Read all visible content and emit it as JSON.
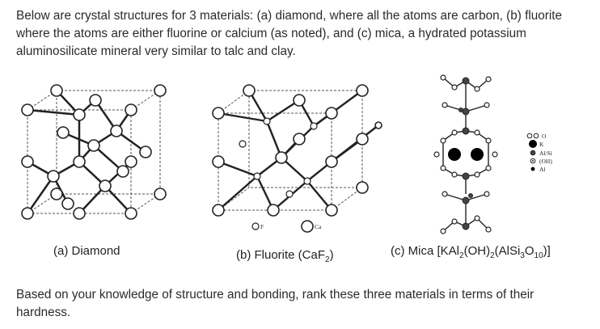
{
  "intro": "Below are crystal structures for 3 materials: (a) diamond, where all the atoms are carbon, (b) fluorite where the atoms are either fluorine or calcium (as noted), and (c) mica, a hydrated potassium aluminosilicate mineral very similar to talc and clay.",
  "figures": {
    "diamond": {
      "caption": "(a) Diamond"
    },
    "fluorite": {
      "caption_prefix": "(b) Fluorite (CaF",
      "caption_sub": "2",
      "caption_suffix": ")",
      "legend_f": "F",
      "legend_ca": "Ca"
    },
    "mica": {
      "caption_prefix": "(c) Mica [KAl",
      "caption_sub1": "2",
      "caption_mid1": "(OH)",
      "caption_sub2": "2",
      "caption_mid2": "(AlSi",
      "caption_sub3": "3",
      "caption_mid3": "O",
      "caption_sub4": "10",
      "caption_suffix": ")]",
      "legend": [
        "O",
        "K",
        "Al/Si",
        "(OH)",
        "Al"
      ]
    }
  },
  "question": "Based on your knowledge of structure and bonding, rank these three materials in terms of their hardness."
}
